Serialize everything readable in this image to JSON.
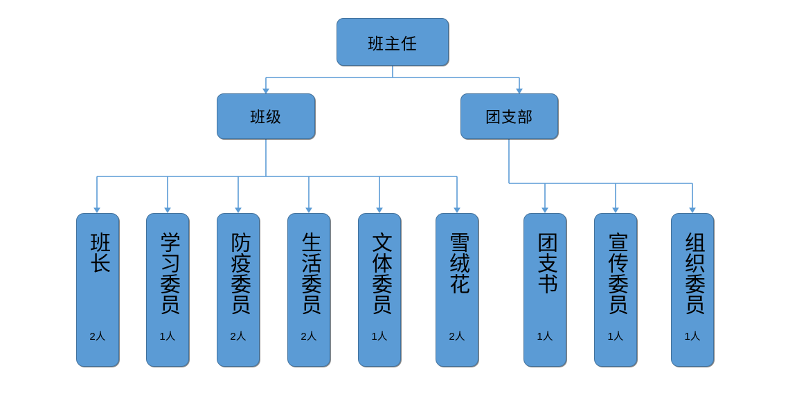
{
  "diagram": {
    "title_text": "班主任",
    "type": "organization-chart",
    "colors": {
      "node_fill": "#5B9BD5",
      "node_border": "#41719C",
      "connector": "#5B9BD5",
      "text": "#000000",
      "background": "#FFFFFF"
    },
    "root": {
      "label": "班主任"
    },
    "branches": [
      {
        "label": "班级"
      },
      {
        "label": "团支部"
      }
    ],
    "class_members": [
      {
        "label": "班长",
        "count": "2人"
      },
      {
        "label": "学习委员",
        "count": "1人"
      },
      {
        "label": "防疫委员",
        "count": "2人"
      },
      {
        "label": "生活委员",
        "count": "2人"
      },
      {
        "label": "文体委员",
        "count": "1人"
      },
      {
        "label": "雪绒花",
        "count": "2人"
      }
    ],
    "league_members": [
      {
        "label": "团支书",
        "count": "1人"
      },
      {
        "label": "宣传委员",
        "count": "1人"
      },
      {
        "label": "组织委员",
        "count": "1人"
      }
    ]
  }
}
